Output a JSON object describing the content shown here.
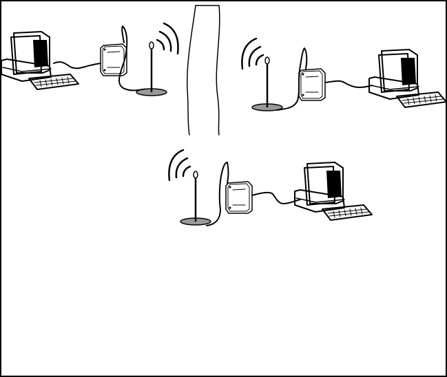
{
  "diagram": {
    "type": "wireless-network-illustration",
    "colors": {
      "background": "#ffffff",
      "line": "#000000",
      "antenna_base": "#999999",
      "screen": "#000000"
    },
    "nodes": [
      {
        "id": "node-top-left",
        "icons": [
          "computer-icon",
          "serial-cable",
          "radio-modem-icon",
          "antenna-cable",
          "antenna-icon",
          "radio-waves-icon"
        ]
      },
      {
        "id": "node-top-right",
        "icons": [
          "radio-waves-icon",
          "antenna-icon",
          "antenna-cable",
          "radio-modem-icon",
          "serial-cable",
          "computer-icon"
        ]
      },
      {
        "id": "node-bottom",
        "icons": [
          "radio-waves-icon",
          "antenna-icon",
          "antenna-cable",
          "radio-modem-icon",
          "serial-cable",
          "computer-icon"
        ]
      }
    ],
    "separator": "wall-icon"
  }
}
